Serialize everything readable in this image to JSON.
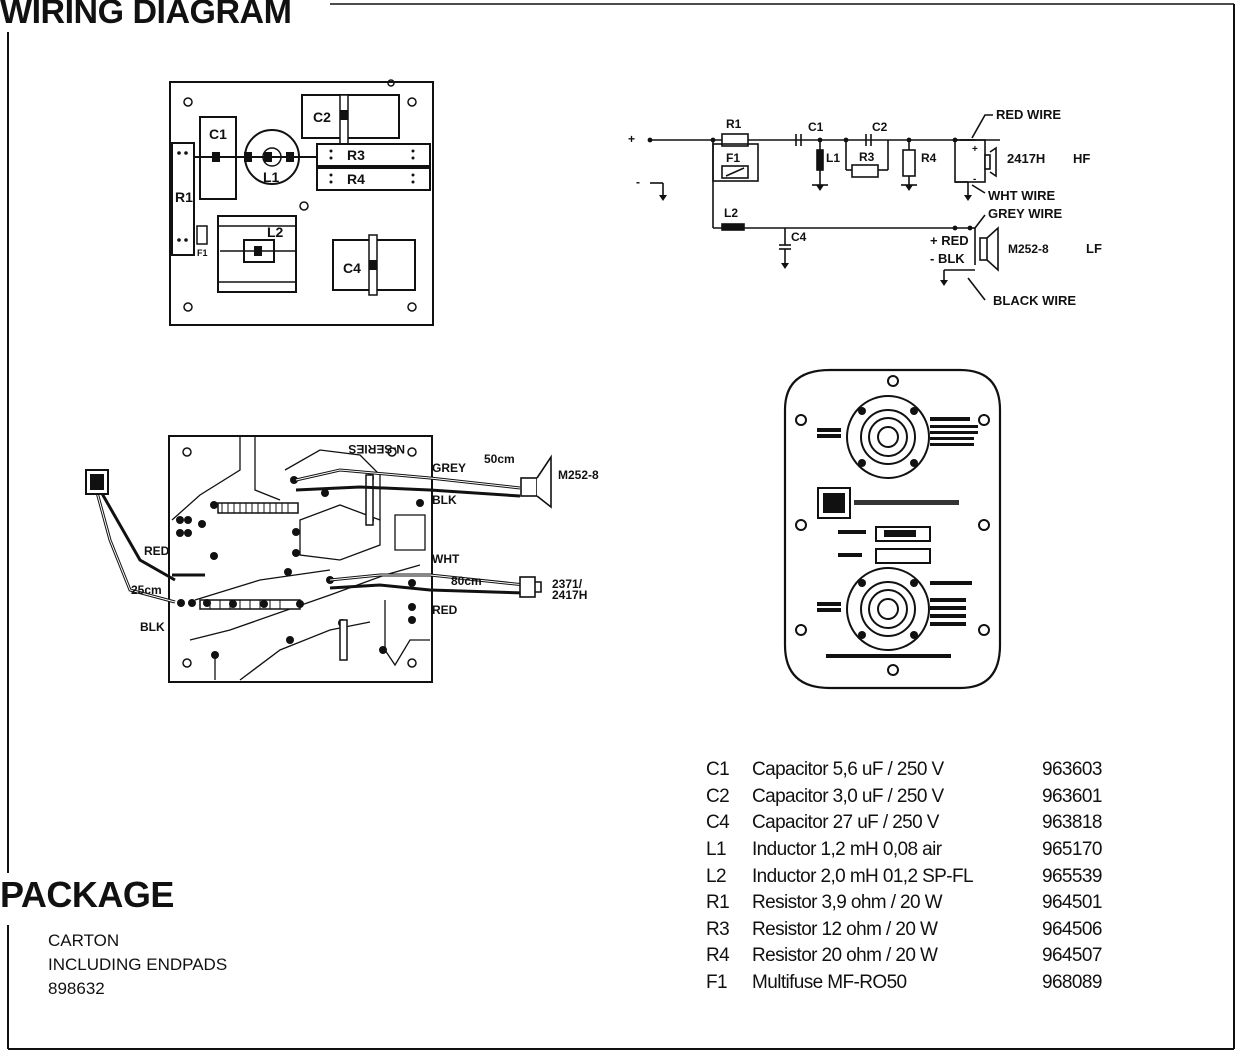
{
  "header": {
    "title": "WIRING DIAGRAM"
  },
  "package": {
    "title": "PACKAGE",
    "lines": [
      "CARTON",
      "INCLUDING  ENDPADS",
      "898632"
    ]
  },
  "board_top": {
    "labels": {
      "c1": "C1",
      "c2": "C2",
      "c4": "C4",
      "l1": "L1",
      "l2": "L2",
      "r1": "R1",
      "r3": "R3",
      "r4": "R4",
      "f1": "F1"
    }
  },
  "schematic": {
    "plus": "+",
    "minus": "-",
    "r1": "R1",
    "f1": "F1",
    "c1": "C1",
    "c2": "C2",
    "l1": "L1",
    "r3": "R3",
    "r4": "R4",
    "l2": "L2",
    "c4": "C4",
    "red_wire": "RED WIRE",
    "wht_wire": "WHT WIRE",
    "grey_wire": "GREY WIRE",
    "black_wire": "BLACK WIRE",
    "hf_model": "2417H",
    "hf": "HF",
    "red": "+ RED",
    "blk": "- BLK",
    "lf_model": "M252-8",
    "lf": "LF",
    "hf_plus": "+",
    "hf_minus": "-"
  },
  "board_bottom": {
    "series": "N-SERIES",
    "grey": "GREY",
    "blk_top": "BLK",
    "wht": "WHT",
    "red_right": "RED",
    "red_left": "RED",
    "blk_left": "BLK",
    "len_lf": "50cm",
    "len_hf": "80cm",
    "len_in": "25cm",
    "lf_model": "M252-8",
    "hf_model_1": "2371/",
    "hf_model_2": "2417H"
  },
  "parts": [
    {
      "ref": "C1",
      "desc": "Capacitor 5,6 uF / 250 V",
      "num": "963603"
    },
    {
      "ref": "C2",
      "desc": "Capacitor 3,0 uF / 250 V",
      "num": "963601"
    },
    {
      "ref": "C4",
      "desc": "Capacitor 27 uF / 250 V",
      "num": "963818"
    },
    {
      "ref": "L1",
      "desc": "Inductor 1,2 mH 0,08 air",
      "num": "965170"
    },
    {
      "ref": "L2",
      "desc": "Inductor 2,0 mH 01,2 SP-FL",
      "num": "965539"
    },
    {
      "ref": "R1",
      "desc": "Resistor 3,9 ohm / 20 W",
      "num": "964501"
    },
    {
      "ref": "R3",
      "desc": "Resistor 12 ohm / 20 W",
      "num": "964506"
    },
    {
      "ref": "R4",
      "desc": "Resistor 20 ohm / 20 W",
      "num": "964507"
    },
    {
      "ref": "F1",
      "desc": "Multifuse MF-RO50",
      "num": "968089"
    }
  ]
}
